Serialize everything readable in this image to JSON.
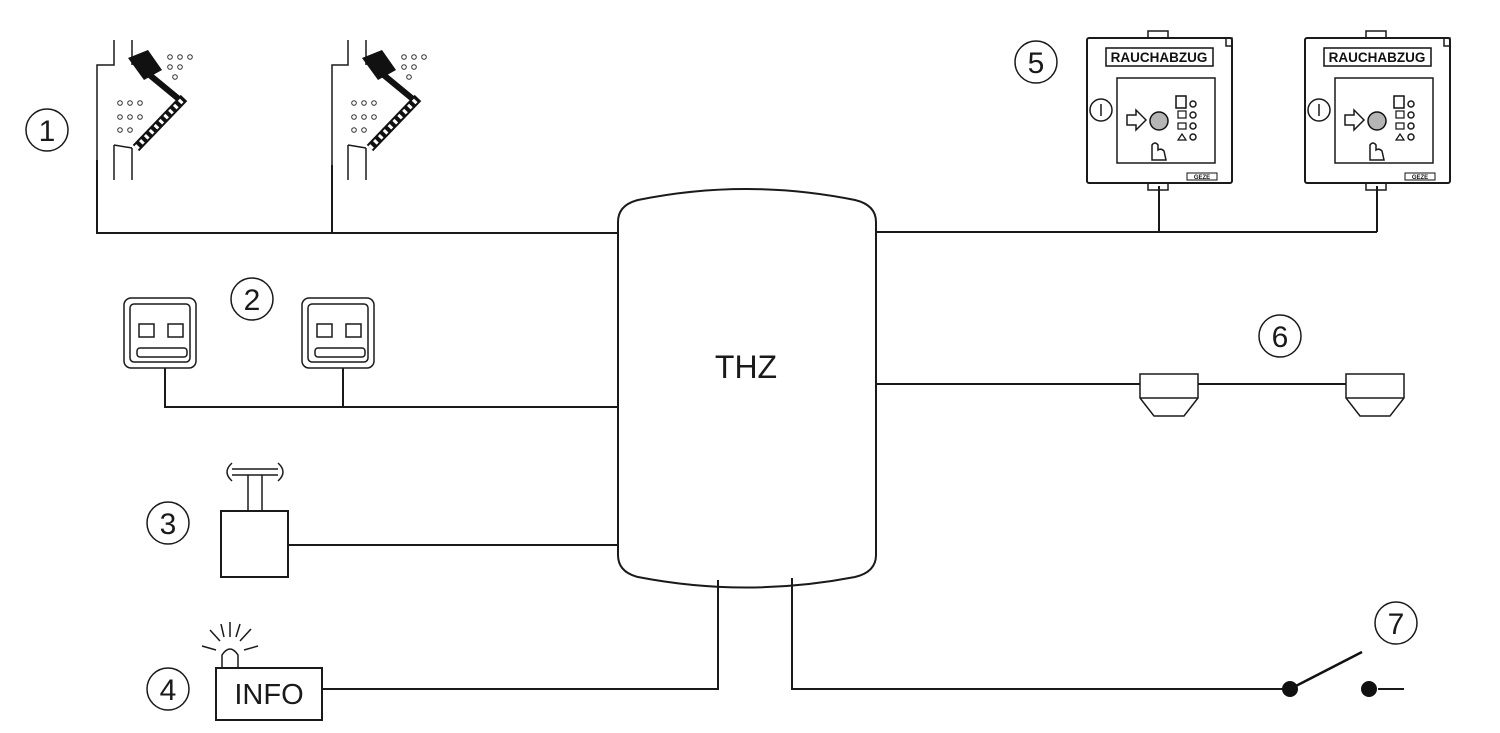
{
  "central_unit": {
    "label": "THZ"
  },
  "markers": {
    "m1": "1",
    "m2": "2",
    "m3": "3",
    "m4": "4",
    "m5": "5",
    "m6": "6",
    "m7": "7"
  },
  "info_panel": {
    "label": "INFO"
  },
  "manual_call_points": {
    "title": "RAUCHABZUG",
    "brand": "GEZE"
  },
  "icons": {
    "windows": "vent-window-icon",
    "ventilation_buttons": "vent-button-icon",
    "wind_rain_sensor": "wind-rain-sensor-icon",
    "signal_lamp": "warning-lamp-icon",
    "smoke_detectors": "smoke-detector-icon",
    "switch": "switch-icon"
  },
  "colors": {
    "line": "#1a1a1a",
    "button_grey": "#b5b5b5"
  }
}
